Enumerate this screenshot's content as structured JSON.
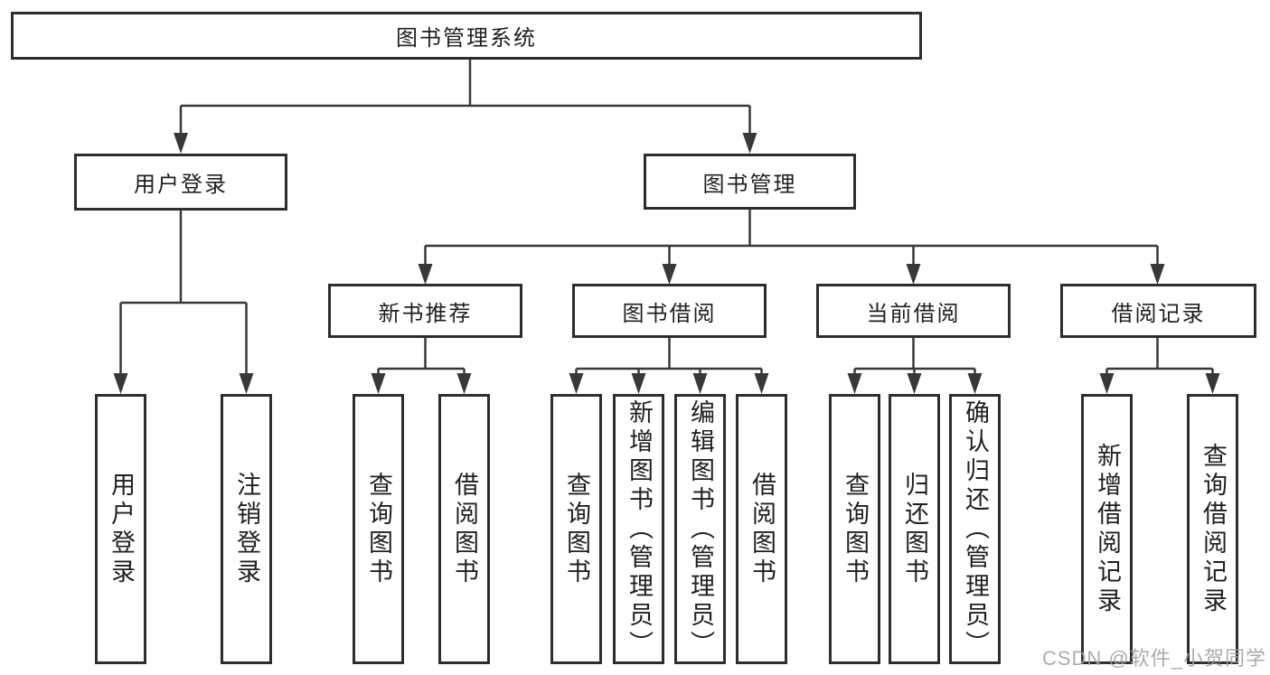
{
  "diagram": {
    "root": {
      "label": "图书管理系统"
    },
    "user_login": {
      "label": "用户登录",
      "children": {
        "login": {
          "label": "用户登录"
        },
        "logout": {
          "label": "注销登录"
        }
      }
    },
    "book_mgmt": {
      "label": "图书管理",
      "children": {
        "new_books": {
          "label": "新书推荐",
          "children": {
            "query_books": {
              "label": "查询图书"
            },
            "borrow_books": {
              "label": "借阅图书"
            }
          }
        },
        "book_borrow": {
          "label": "图书借阅",
          "children": {
            "query_books": {
              "label": "查询图书"
            },
            "add_books": {
              "label": "新增图书（管理员）"
            },
            "edit_books": {
              "label": "编辑图书（管理员）"
            },
            "borrow_books": {
              "label": "借阅图书"
            }
          }
        },
        "current_borrow": {
          "label": "当前借阅",
          "children": {
            "query_books": {
              "label": "查询图书"
            },
            "return_books": {
              "label": "归还图书"
            },
            "confirm_return": {
              "label": "确认归还（管理员）"
            }
          }
        },
        "borrow_records": {
          "label": "借阅记录",
          "children": {
            "add_record": {
              "label": "新增借阅记录"
            },
            "query_record": {
              "label": "查询借阅记录"
            }
          }
        }
      }
    }
  },
  "watermark": {
    "text": "CSDN @软件_小贺同学"
  },
  "colors": {
    "line": "#383838",
    "box_border": "#2d2d2d",
    "text": "#1f1f1f",
    "watermark": "#a0a0a0",
    "background": "#ffffff"
  }
}
